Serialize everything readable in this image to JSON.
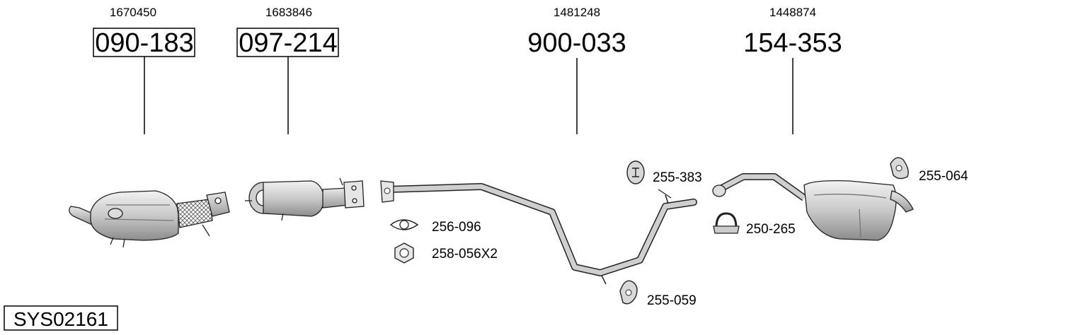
{
  "parts": [
    {
      "oe": "1670450",
      "code": "090-183",
      "boxed": true
    },
    {
      "oe": "1683846",
      "code": "097-214",
      "boxed": true
    },
    {
      "oe": "1481248",
      "code": "900-033",
      "boxed": false
    },
    {
      "oe": "1448874",
      "code": "154-353",
      "boxed": false
    }
  ],
  "accessories": {
    "gasket": "256-096",
    "nut": "258-056X2",
    "hanger_top": "255-383",
    "hanger_bottom": "255-059",
    "clamp": "250-265",
    "hanger_rear": "255-064"
  },
  "system_code": "SYS02161"
}
